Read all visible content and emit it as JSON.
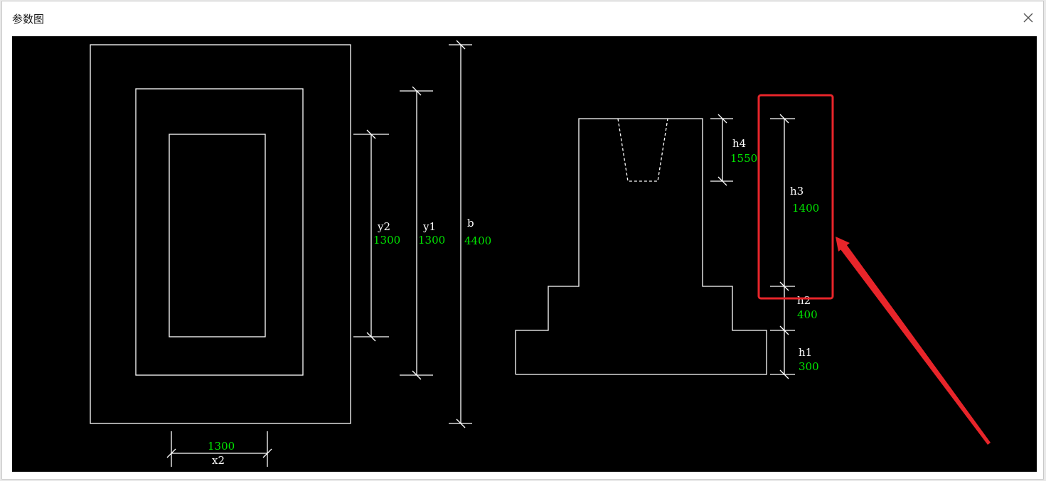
{
  "window": {
    "title": "参数图"
  },
  "icons": {
    "close": "close-icon"
  },
  "colors": {
    "canvas_bg": "#000000",
    "line": "#ffffff",
    "value_text": "#00e600",
    "label_text": "#ffffff",
    "highlight": "#e8252a"
  },
  "plan_view": {
    "x2_label": "x2",
    "x2_value": "1300",
    "y2_label": "y2",
    "y2_value": "1300",
    "y1_label": "y1",
    "y1_value": "1300",
    "b_label": "b",
    "b_value": "4400"
  },
  "section_view": {
    "h4_label": "h4",
    "h4_value": "1550",
    "h3_label": "h3",
    "h3_value": "1400",
    "h2_label": "h2",
    "h2_value": "400",
    "h1_label": "h1",
    "h1_value": "300"
  }
}
